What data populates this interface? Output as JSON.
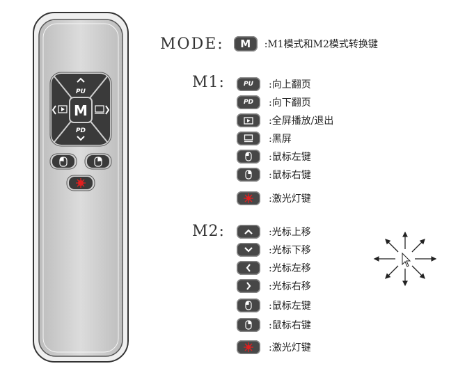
{
  "remote": {
    "center_label": "M",
    "up_label": "PU",
    "down_label": "PD"
  },
  "mode": {
    "label": "MODE:",
    "badge": "M",
    "desc": ":M1模式和M2模式转换键"
  },
  "m1": {
    "label": "M1:",
    "rows": [
      {
        "badge": "PU",
        "icon": "pu-badge",
        "desc": ":向上翻页"
      },
      {
        "badge": "PD",
        "icon": "pd-badge",
        "desc": ":向下翻页"
      },
      {
        "badge": "",
        "icon": "play-screen-icon",
        "desc": ":全屏播放/退出"
      },
      {
        "badge": "",
        "icon": "black-screen-icon",
        "desc": ":黑屏"
      },
      {
        "badge": "",
        "icon": "mouse-left-icon",
        "desc": ":鼠标左键"
      },
      {
        "badge": "",
        "icon": "mouse-right-icon",
        "desc": ":鼠标右键"
      },
      {
        "badge": "",
        "icon": "laser-icon",
        "desc": ":激光灯键"
      }
    ]
  },
  "m2": {
    "label": "M2:",
    "rows": [
      {
        "icon": "chevron-up-icon",
        "desc": ":光标上移"
      },
      {
        "icon": "chevron-down-icon",
        "desc": ":光标下移"
      },
      {
        "icon": "chevron-left-icon",
        "desc": ":光标左移"
      },
      {
        "icon": "chevron-right-icon",
        "desc": ":光标右移"
      },
      {
        "icon": "mouse-left-icon",
        "desc": ":鼠标左键"
      },
      {
        "icon": "mouse-right-icon",
        "desc": ":鼠标右键"
      },
      {
        "icon": "laser-icon",
        "desc": ":激光灯键"
      }
    ]
  },
  "colors": {
    "button": "#474747",
    "laser": "#e02020",
    "remote_body": "#d4d4d4"
  }
}
